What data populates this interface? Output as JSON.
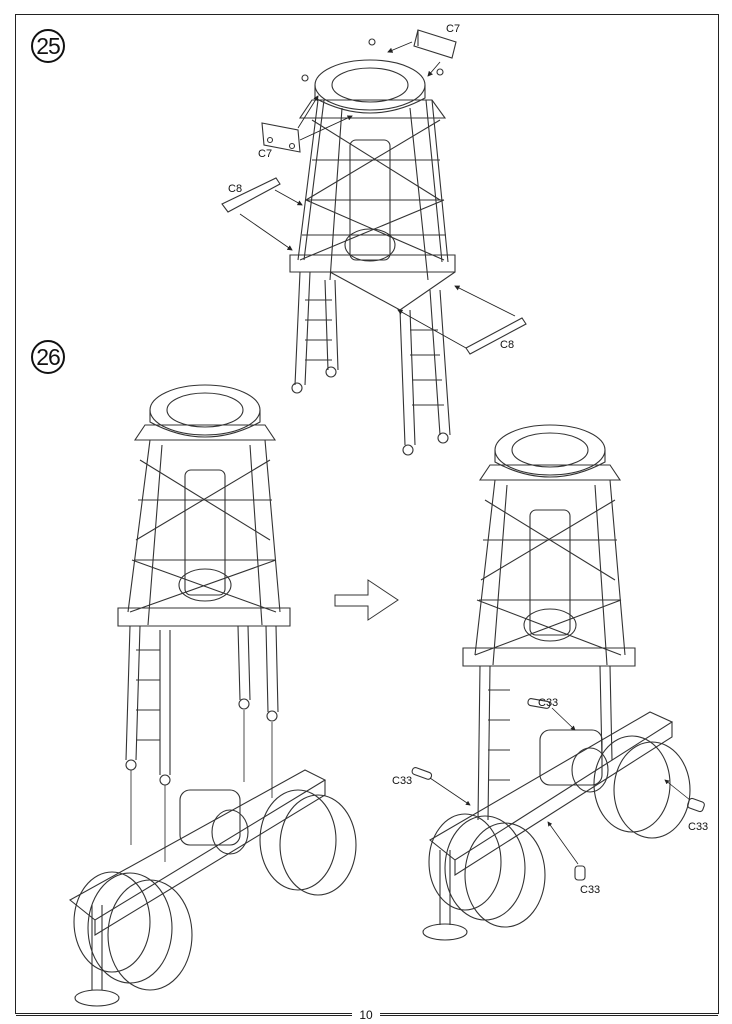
{
  "steps": [
    {
      "number": "25"
    },
    {
      "number": "26"
    }
  ],
  "parts": {
    "c7_top": "C7",
    "c7_left": "C7",
    "c8_left": "C8",
    "c8_right": "C8",
    "c33_top": "C33",
    "c33_left": "C33",
    "c33_right": "C33",
    "c33_bottom": "C33"
  },
  "page_number": "10"
}
